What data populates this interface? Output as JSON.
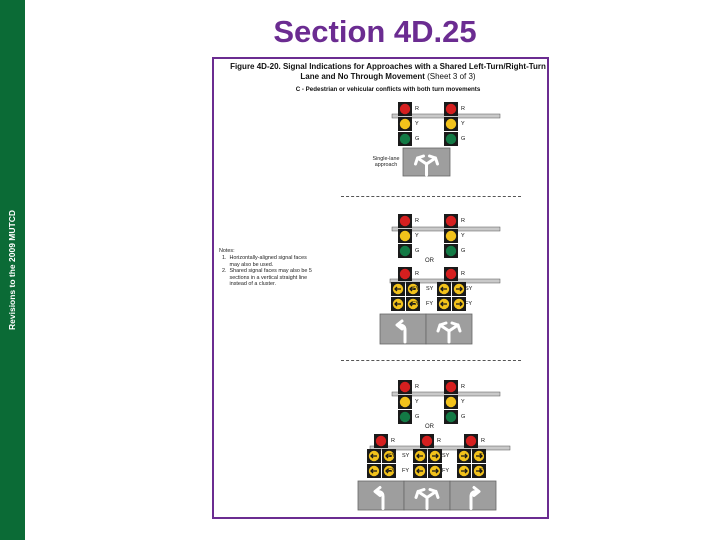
{
  "sidebar": {
    "text": "Revisions to the 2009 MUTCD"
  },
  "slide": {
    "title": "Section 4D.25"
  },
  "figure": {
    "title_bold": "Figure 4D-20.  Signal Indications for Approaches with a Shared Left-Turn/Right-Turn Lane and No Through Movement",
    "title_sheet": " (Sheet 3 of 3)",
    "subtitle": "C - Pedestrian or vehicular conflicts with both turn movements",
    "approach_label": "Single-lane approach",
    "or_label": "OR",
    "notes": {
      "heading": "Notes:",
      "items": [
        {
          "num": "1.",
          "text": "Horizontally-aligned signal faces may also be used."
        },
        {
          "num": "2.",
          "text": "Shared signal faces may also be 5 sections in a vertical straight line instead of a cluster."
        }
      ]
    },
    "signal_labels": {
      "red": "R",
      "yellow": "Y",
      "green": "G",
      "steady_yellow_arrow": "SY",
      "flashing_yellow_arrow": "FY"
    },
    "lane_signs": [
      "left-right-arrow",
      "left-arrow",
      "left-right-arrow",
      "left-arrow",
      "left-right-arrow",
      "right-arrow"
    ],
    "colors": {
      "red": "#d51f1f",
      "yellow": "#f2c21b",
      "green": "#137a45",
      "housing": "#1a1a1a",
      "sign": "#9e9e9e",
      "border": "#6b2c91",
      "sidebar": "#0b6b36"
    }
  }
}
